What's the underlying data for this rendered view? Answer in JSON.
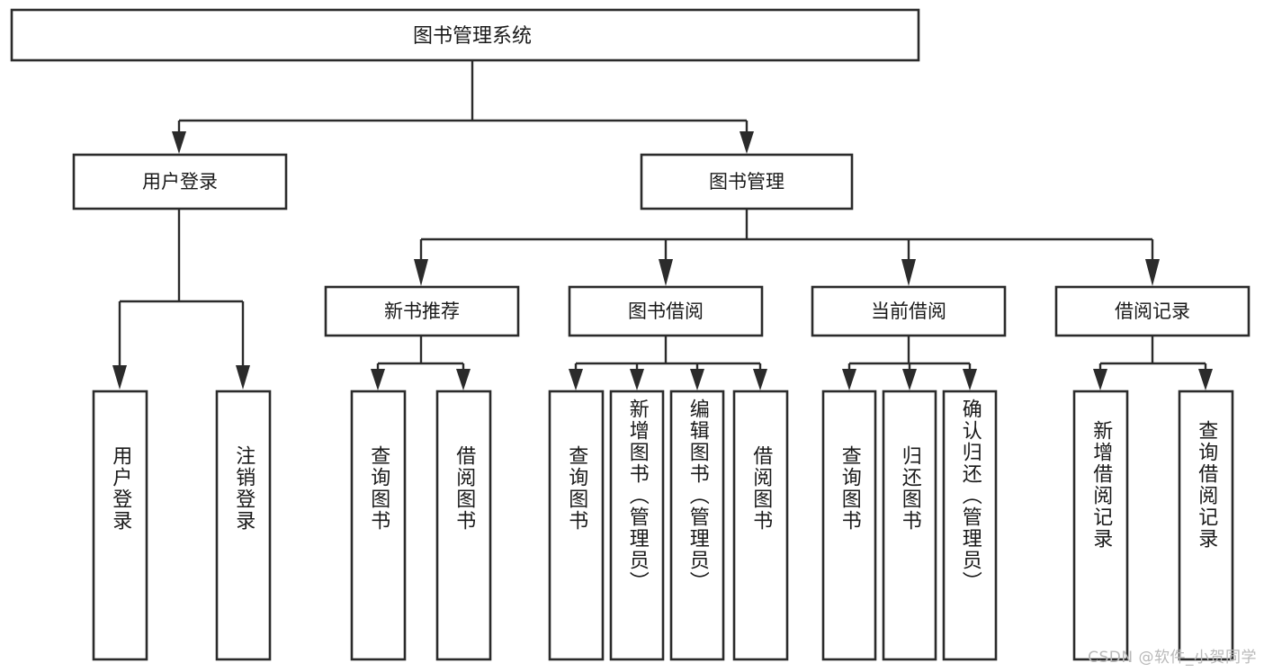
{
  "diagram": {
    "type": "tree",
    "title": "图书管理系统",
    "watermark": "CSDN @软件_小贺同学",
    "colors": {
      "box_stroke": "#2b2b2b",
      "box_fill": "#ffffff",
      "connector": "#2b2b2b",
      "text": "#1a1a1a",
      "watermark": "#b9b9b9",
      "background": "#ffffff"
    },
    "root": {
      "label": "图书管理系统"
    },
    "level1": [
      {
        "label": "用户登录"
      },
      {
        "label": "图书管理"
      }
    ],
    "level2": [
      {
        "label": "新书推荐"
      },
      {
        "label": "图书借阅"
      },
      {
        "label": "当前借阅"
      },
      {
        "label": "借阅记录"
      }
    ],
    "leaves": [
      {
        "label": "用户登录",
        "parent": "用户登录"
      },
      {
        "label": "注销登录",
        "parent": "用户登录"
      },
      {
        "label": "查询图书",
        "parent": "新书推荐"
      },
      {
        "label": "借阅图书",
        "parent": "新书推荐"
      },
      {
        "label": "查询图书",
        "parent": "图书借阅"
      },
      {
        "label": "新增图书（管理员）",
        "parent": "图书借阅"
      },
      {
        "label": "编辑图书（管理员）",
        "parent": "图书借阅"
      },
      {
        "label": "借阅图书",
        "parent": "图书借阅"
      },
      {
        "label": "查询图书",
        "parent": "当前借阅"
      },
      {
        "label": "归还图书",
        "parent": "当前借阅"
      },
      {
        "label": "确认归还（管理员）",
        "parent": "当前借阅"
      },
      {
        "label": "新增借阅记录",
        "parent": "借阅记录"
      },
      {
        "label": "查询借阅记录",
        "parent": "借阅记录"
      }
    ]
  }
}
